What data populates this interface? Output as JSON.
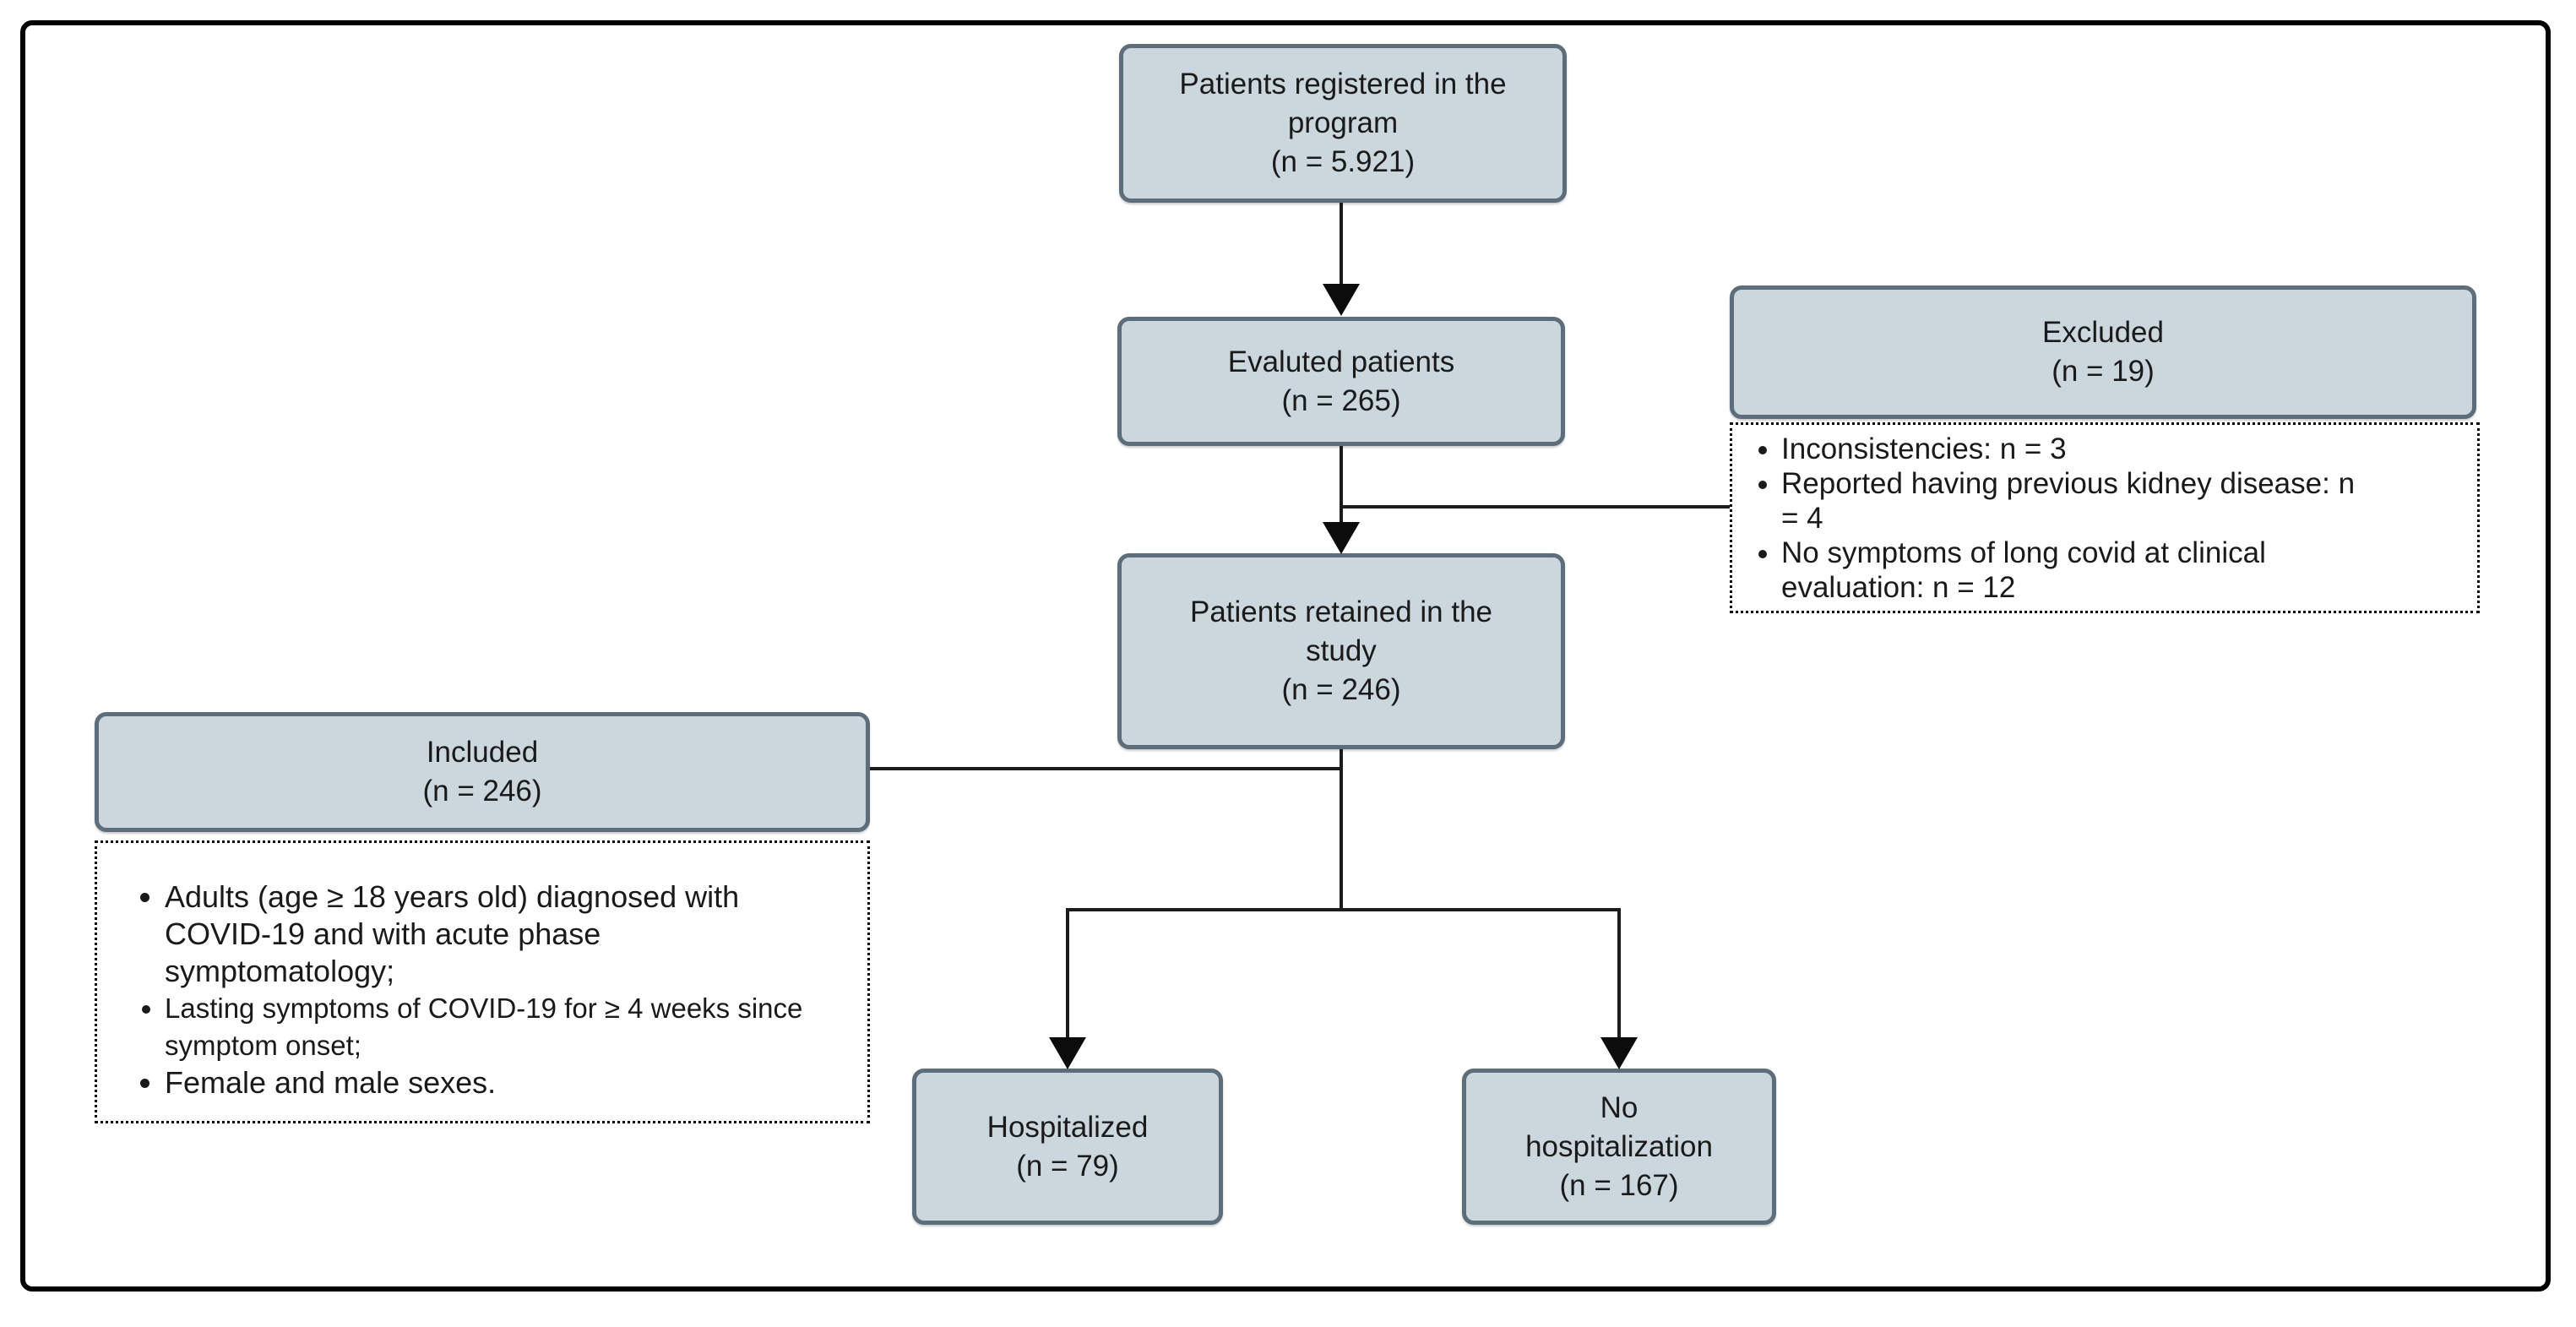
{
  "colors": {
    "node_fill": "#ccd6dd",
    "node_border": "#5d6d7a",
    "connector": "#1c1c1c",
    "frame_border": "#000000"
  },
  "nodes": {
    "registered": {
      "label": "Patients registered in the\nprogram\n(n = 5.921)",
      "n": "5.921"
    },
    "evaluated": {
      "label": "Evaluted patients\n(n = 265)",
      "n": "265"
    },
    "excluded": {
      "label": "Excluded\n(n = 19)",
      "n": "19"
    },
    "retained": {
      "label": "Patients retained in the\nstudy\n(n = 246)",
      "n": "246"
    },
    "included": {
      "label": "Included\n(n = 246)",
      "n": "246"
    },
    "hospitalized": {
      "label": "Hospitalized\n(n = 79)",
      "n": "79"
    },
    "no_hospitalization": {
      "label": "No\nhospitalization\n(n = 167)",
      "n": "167"
    }
  },
  "criteria": {
    "excluded": {
      "items": [
        "Inconsistencies: n = 3",
        "Reported having previous kidney disease: n\n= 4",
        "No symptoms of long covid at clinical\nevaluation: n = 12"
      ]
    },
    "included": {
      "items": [
        "Adults (age ≥ 18 years old) diagnosed with\nCOVID-19 and with acute phase\nsymptomatology;",
        "Lasting symptoms of COVID-19 for ≥ 4 weeks since\nsymptom onset;",
        "Female and male sexes."
      ]
    }
  }
}
